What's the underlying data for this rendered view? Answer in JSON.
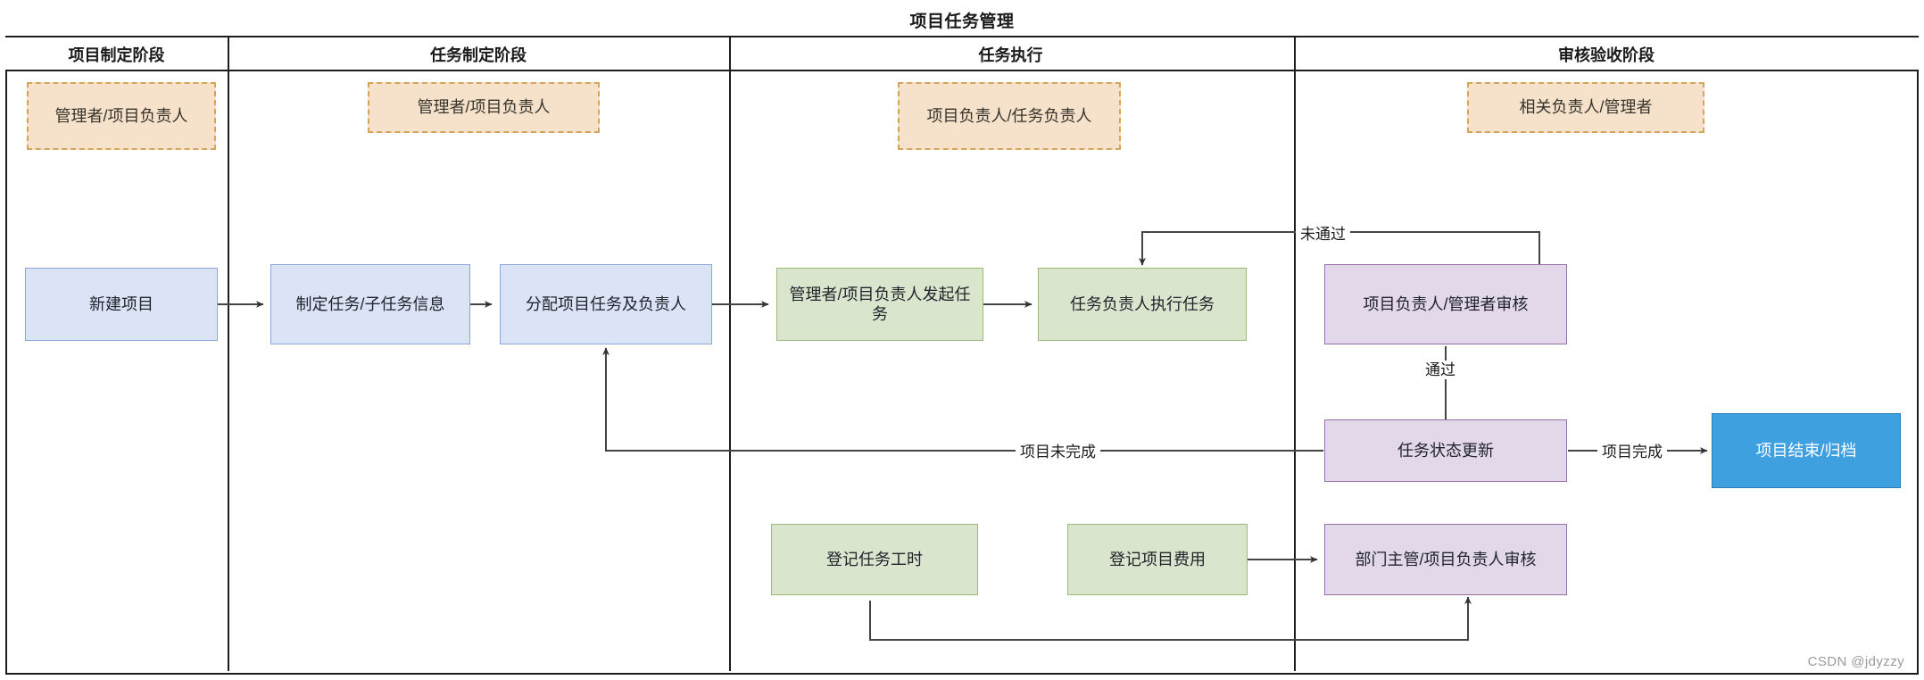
{
  "diagram": {
    "title": "项目任务管理",
    "watermark": "CSDN @jdyzzy",
    "colors": {
      "role_fill": "#f6e2ca",
      "role_border": "#d6a55c",
      "blue_fill": "#dbe4f6",
      "blue_border": "#8ea9d8",
      "green_fill": "#d9e6cd",
      "green_border": "#9cb97f",
      "purple_fill": "#e3d8ea",
      "purple_border": "#9673a6",
      "end_fill": "#3fa0df",
      "end_text": "#ffffff",
      "frame": "#1d1d1d",
      "connector": "#444444"
    }
  },
  "lanes": [
    {
      "label": "项目制定阶段"
    },
    {
      "label": "任务制定阶段"
    },
    {
      "label": "任务执行"
    },
    {
      "label": "审核验收阶段"
    }
  ],
  "roles": [
    {
      "label": "管理者/项目负责人"
    },
    {
      "label": "管理者/项目负责人"
    },
    {
      "label": "项目负责人/任务负责人"
    },
    {
      "label": "相关负责人/管理者"
    }
  ],
  "nodes": [
    {
      "id": "new-project",
      "label": "新建项目"
    },
    {
      "id": "define-task",
      "label": "制定任务/子任务信息"
    },
    {
      "id": "assign-task",
      "label": "分配项目任务及负责人"
    },
    {
      "id": "initiate-task",
      "label": "管理者/项目负责人发起任务"
    },
    {
      "id": "execute-task",
      "label": "任务负责人执行任务"
    },
    {
      "id": "review-task",
      "label": "项目负责人/管理者审核"
    },
    {
      "id": "update-status",
      "label": "任务状态更新"
    },
    {
      "id": "project-archive",
      "label": "项目结束/归档"
    },
    {
      "id": "log-hours",
      "label": "登记任务工时"
    },
    {
      "id": "log-cost",
      "label": "登记项目费用"
    },
    {
      "id": "cost-review",
      "label": "部门主管/项目负责人审核"
    }
  ],
  "edge_labels": [
    {
      "id": "rejected",
      "label": "未通过"
    },
    {
      "id": "approved",
      "label": "通过"
    },
    {
      "id": "project-unfinished",
      "label": "项目未完成"
    },
    {
      "id": "project-finished",
      "label": "项目完成"
    }
  ]
}
